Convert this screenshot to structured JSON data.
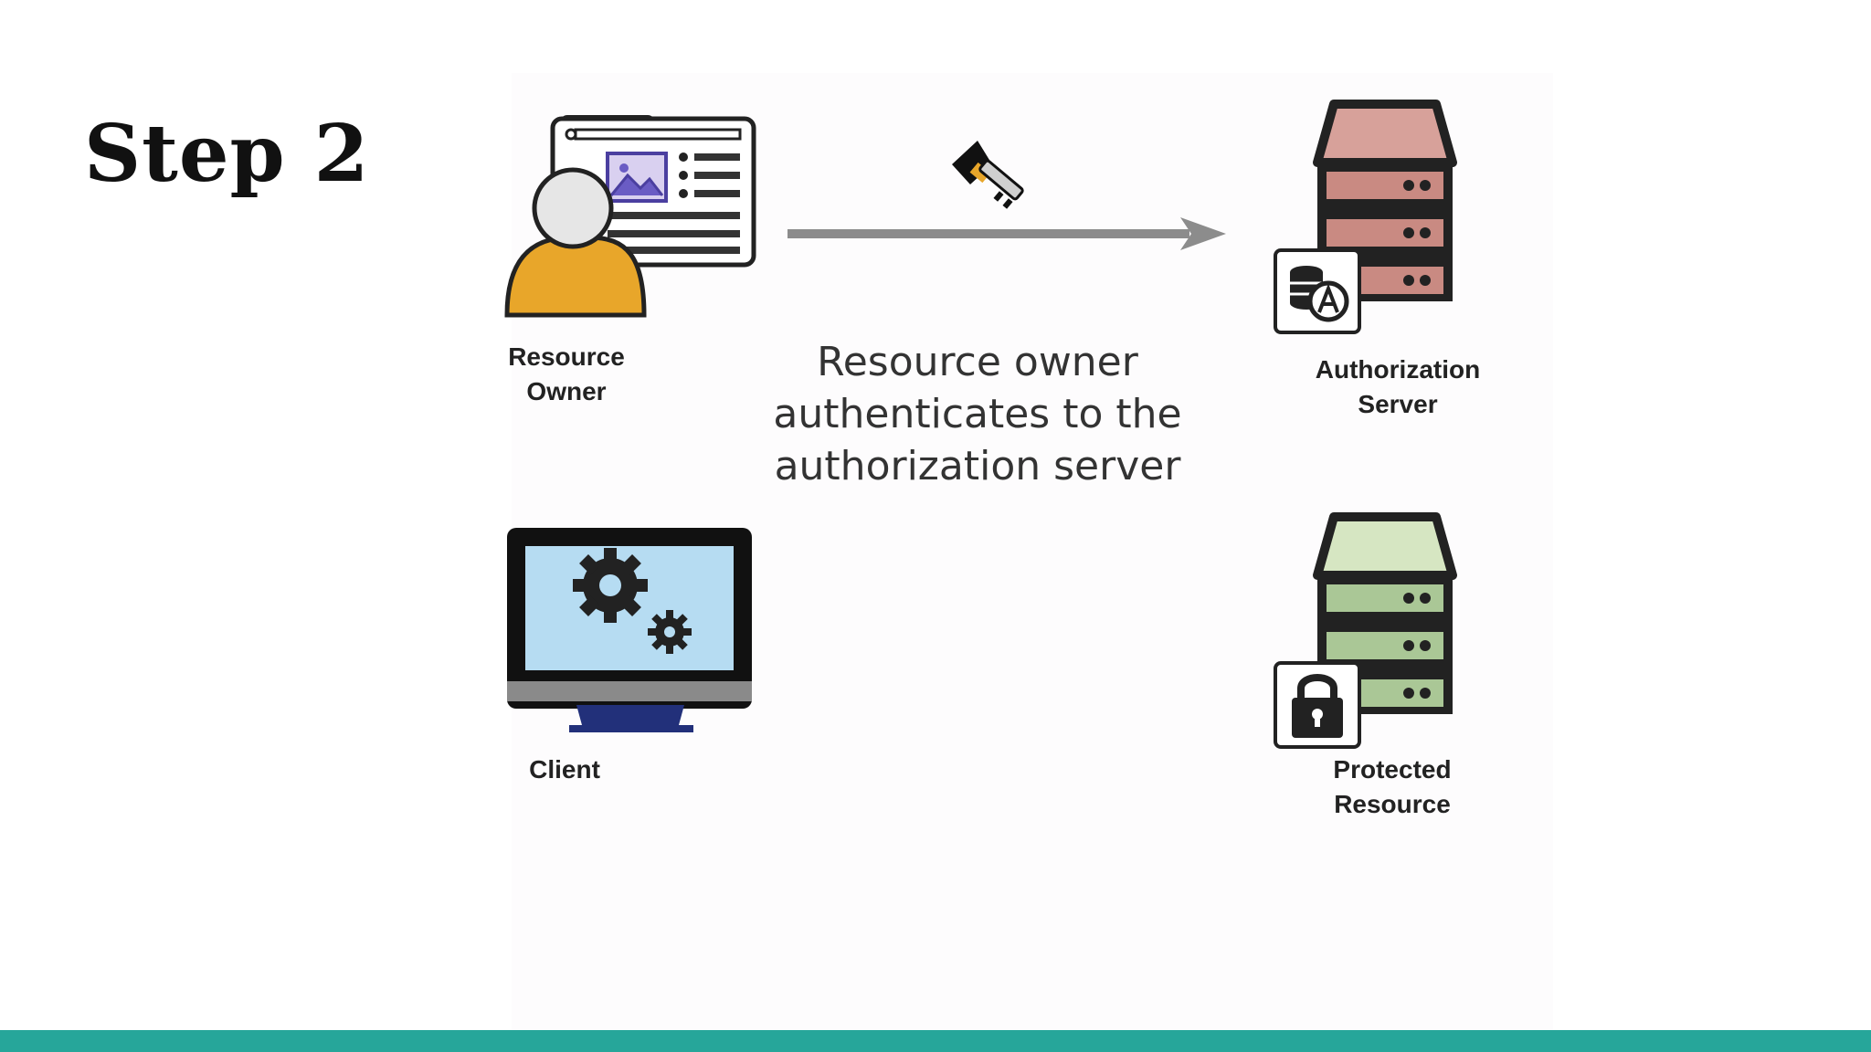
{
  "slide": {
    "title": "Step 2"
  },
  "diagram": {
    "resource_owner_label": "Resource\nOwner",
    "client_label": "Client",
    "authorization_server_label": "Authorization\nServer",
    "protected_resource_label": "Protected\nResource",
    "caption": "Resource owner authenticates to the authorization server"
  },
  "colors": {
    "accent_bar": "#26a69a",
    "person": "#e8a62a",
    "auth_server": "#d7a19a",
    "protected_server": "#bcd4a8",
    "monitor_screen": "#b6dcf2",
    "arrow": "#8c8c8c"
  },
  "icons": [
    "resource-owner-icon",
    "browser-window-icon",
    "key-icon",
    "arrow-right-icon",
    "authorization-server-icon",
    "database-badge-icon",
    "client-monitor-icon",
    "gears-icon",
    "protected-server-icon",
    "lock-badge-icon"
  ]
}
